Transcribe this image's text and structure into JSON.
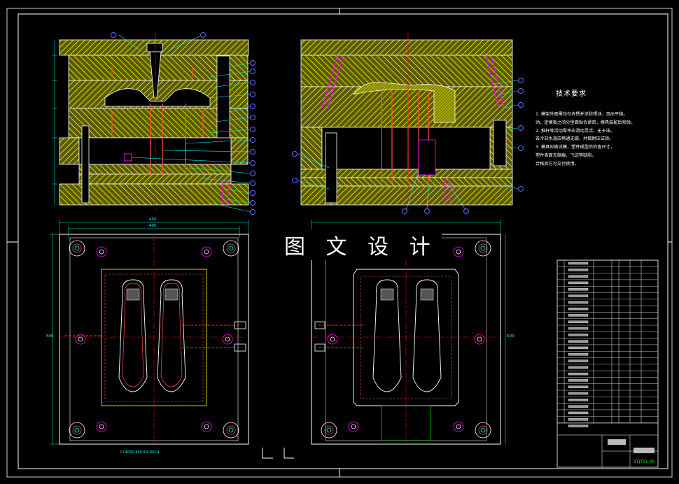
{
  "watermark": "图 文 设 计",
  "tech_requirements": {
    "title": "技术要求",
    "lines": [
      "1. 模架外观需均匀去锈并涂防锈油，顶出平稳。",
      "动、定模板之间分型面贴合紧密，模具装配后检验。",
      "2. 推杆等活动零件应滑动灵活，无卡滞。",
      "各冷却水道应畅通无漏，并做耐压试验。",
      "3. 模具应做试模，塑件成型后检查尺寸，",
      "塑件表面无缩痕、飞边等缺陷，",
      "合格后方可交付使用。"
    ]
  },
  "dimensions": {
    "top_width_outer": "450",
    "top_width_inner": "400",
    "left_height": "500",
    "right_height": "500"
  },
  "title_block": {
    "drawing_number": "STJT01-00"
  },
  "colors": {
    "background": "#000000",
    "hatch": "#ffff00",
    "outline": "#ffffff",
    "leader": "#00ffff",
    "balloon": "#6666ff",
    "pins": "#ff4d4d",
    "centerline": "#ff0000",
    "green": "#00ff00",
    "magenta": "#ff00ff"
  }
}
